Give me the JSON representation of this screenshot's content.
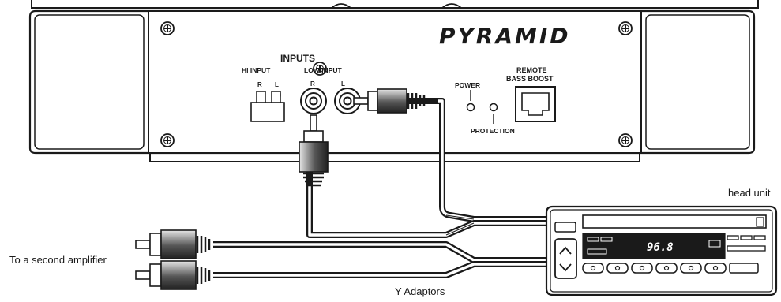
{
  "amplifier": {
    "brand": "PYRAMID",
    "inputs_title": "INPUTS",
    "hi_input_label": "HI INPUT",
    "low_input_label": "LOW INPUT",
    "right_label": "R",
    "left_label": "L",
    "plus": "+",
    "minus": "−",
    "power_label": "POWER",
    "protection_label": "PROTECTION",
    "remote_label_line1": "REMOTE",
    "remote_label_line2": "BASS BOOST"
  },
  "head_unit": {
    "caption": "head unit",
    "display_value": "96.8"
  },
  "labels": {
    "second_amplifier": "To a second amplifier",
    "y_adaptors": "Y Adaptors"
  },
  "colors": {
    "line": "#1a1a1a",
    "panel_fill": "#ffffff",
    "lcd_background": "#1a1a1a",
    "plug_gradient_light": "#e6e6e6",
    "plug_gradient_dark": "#222222"
  },
  "icons": [
    "screw-icon",
    "rca-jack-icon",
    "led-icon",
    "modular-jack-icon",
    "rca-plug-icon",
    "y-adaptor-icon"
  ]
}
